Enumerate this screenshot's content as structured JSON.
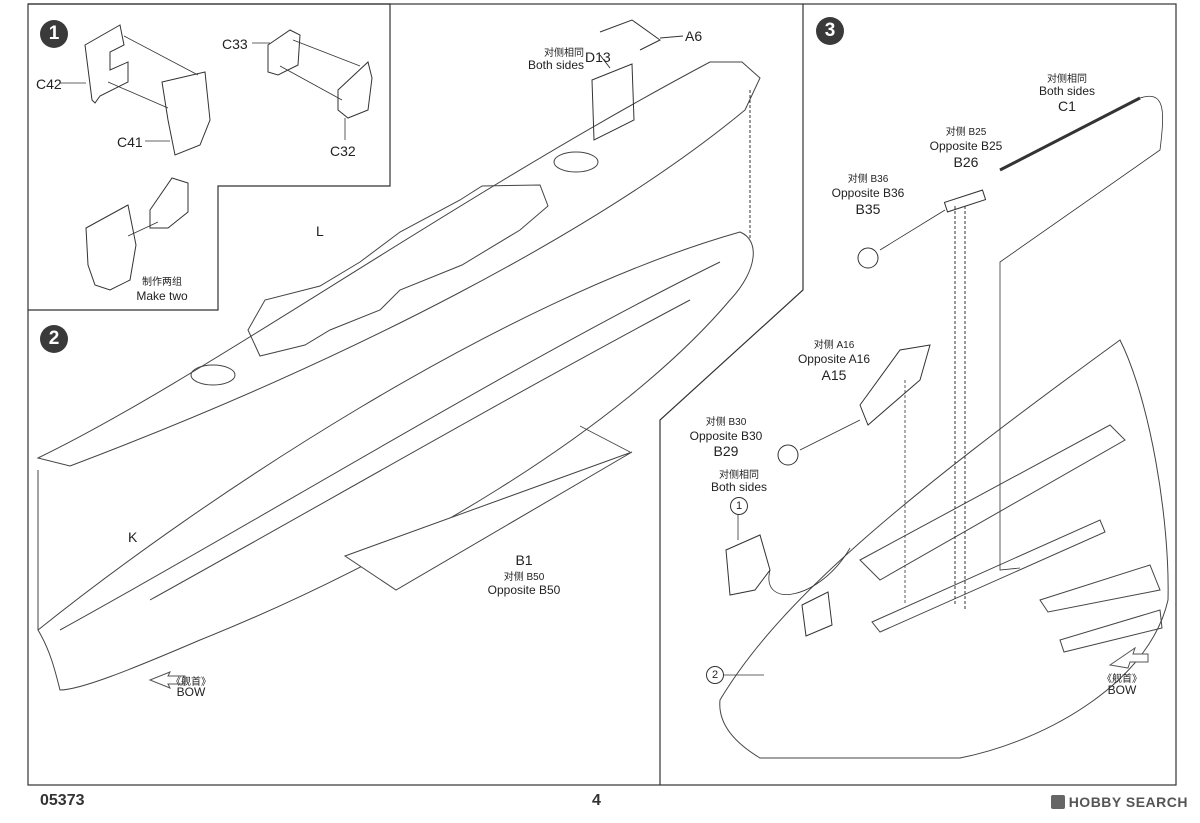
{
  "steps": {
    "one": "1",
    "two": "2",
    "three": "3"
  },
  "step1": {
    "c42": "C42",
    "c41": "C41",
    "c33": "C33",
    "c32": "C32",
    "make_two_cn": "制作两组",
    "make_two": "Make two"
  },
  "step2": {
    "both_sides_cn": "对侧相同",
    "both_sides": "Both sides",
    "d13": "D13",
    "a6": "A6",
    "l": "L",
    "k": "K",
    "b1": "B1",
    "b1_opp_cn": "对侧 B50",
    "b1_opp": "Opposite B50",
    "bow_cn": "《舰首》",
    "bow": "BOW"
  },
  "step3": {
    "c1_cn": "对侧相同",
    "c1_both": "Both sides",
    "c1": "C1",
    "b26_cn": "对侧 B25",
    "b26_opp": "Opposite B25",
    "b26": "B26",
    "b35_cn": "对侧 B36",
    "b35_opp": "Opposite B36",
    "b35": "B35",
    "a15_cn": "对侧 A16",
    "a15_opp": "Opposite A16",
    "a15": "A15",
    "b29_cn": "对侧 B30",
    "b29_opp": "Opposite B30",
    "b29": "B29",
    "both_cn": "对侧相同",
    "both": "Both sides",
    "ref1": "1",
    "ref2": "2",
    "bow_cn": "《舰首》",
    "bow": "BOW"
  },
  "footer": {
    "code": "05373",
    "page": "4",
    "brand": "HOBBY SEARCH"
  }
}
